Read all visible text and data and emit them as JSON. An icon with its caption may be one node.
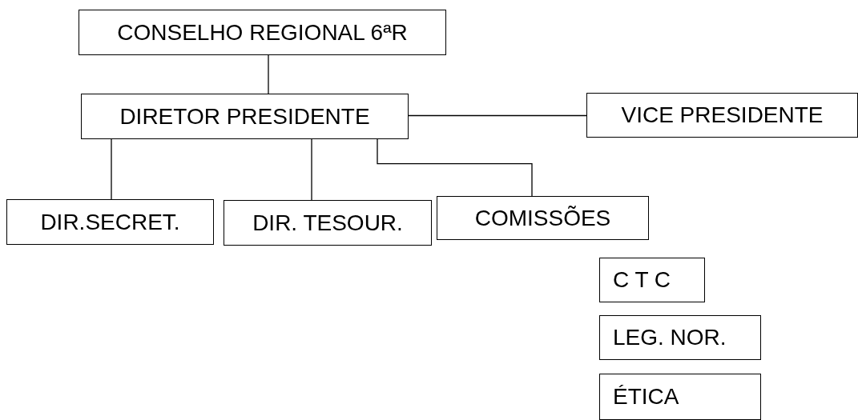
{
  "diagram": {
    "nodes": [
      {
        "text": [
          "CONSELHO REGIONAL 6ªR"
        ]
      },
      {
        "text": [
          "DIRETOR PRESIDENTE"
        ]
      },
      {
        "text": [
          "VICE PRESIDENTE"
        ]
      },
      {
        "text": [
          "DIR.SECRET."
        ]
      },
      {
        "text": [
          "DIR. TESOUR."
        ]
      },
      {
        "text": [
          "COMISSÕES"
        ]
      },
      {
        "text": [
          "C T C"
        ]
      },
      {
        "text": [
          "LEG. NOR."
        ]
      },
      {
        "text": [
          "ÉTICA"
        ]
      }
    ],
    "edges": [
      {
        "from": 0,
        "to": 1,
        "arrow": "none"
      },
      {
        "from": 1,
        "to": 2,
        "arrow": "none"
      },
      {
        "from": 1,
        "to": 3,
        "arrow": "none"
      },
      {
        "from": 1,
        "to": 4,
        "arrow": "none"
      },
      {
        "from": 1,
        "to": 5,
        "arrow": "none"
      }
    ]
  }
}
